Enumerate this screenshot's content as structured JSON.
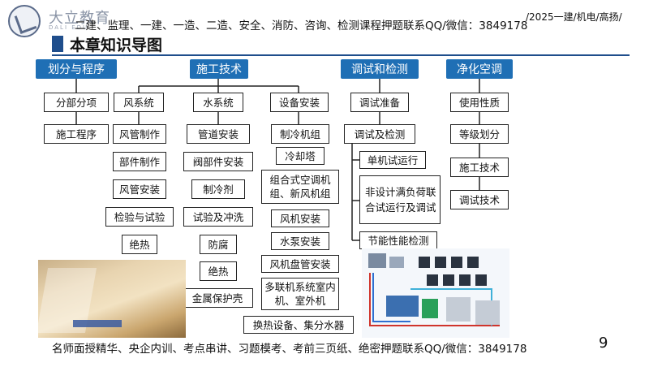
{
  "header": {
    "brand_cn": "大立教育",
    "brand_en": "DALI EDU",
    "top_line": "二建、监理、一建、一造、二造、安全、消防、咨询、检测课程押题联系QQ/微信：3849178",
    "top_right": "/2025一建/机电/高扬/"
  },
  "title": "本章知识导图",
  "categories": {
    "cat1": "划分与程序",
    "cat2": "施工技术",
    "cat3": "调试和检测",
    "cat4": "净化空调"
  },
  "col1": [
    "分部分项",
    "施工程序"
  ],
  "air_system": {
    "label": "风系统",
    "items": [
      "风管制作",
      "部件制作",
      "风管安装",
      "检验与试验",
      "绝热"
    ]
  },
  "water_system": {
    "label": "水系统",
    "items": [
      "管道安装",
      "阀部件安装",
      "制冷剂",
      "试验及冲洗",
      "防腐",
      "绝热",
      "金属保护壳"
    ]
  },
  "equipment": {
    "label": "设备安装",
    "items": [
      "制冷机组",
      "冷却塔",
      "组合式空调机组、新风机组",
      "风机安装",
      "水泵安装",
      "风机盘管安装",
      "多联机系统室内机、室外机",
      "换热设备、集分水器"
    ]
  },
  "commissioning": {
    "prep": "调试准备",
    "test": "调试及检测",
    "sub": [
      "单机试运行",
      "非设计满负荷联合试运行及调试",
      "节能性能检测"
    ]
  },
  "clean_ac": [
    "使用性质",
    "等级划分",
    "施工技术",
    "调试技术"
  ],
  "footer": {
    "text": "名师面授精华、央企内训、考点串讲、习题模考、考前三页纸、绝密押题联系QQ/微信：3849178",
    "page_number": "9"
  },
  "colors": {
    "header_blue": "#1f6fb5",
    "rule_blue": "#1f4e8c"
  },
  "icons": {
    "logo": "dali-logo-icon"
  }
}
